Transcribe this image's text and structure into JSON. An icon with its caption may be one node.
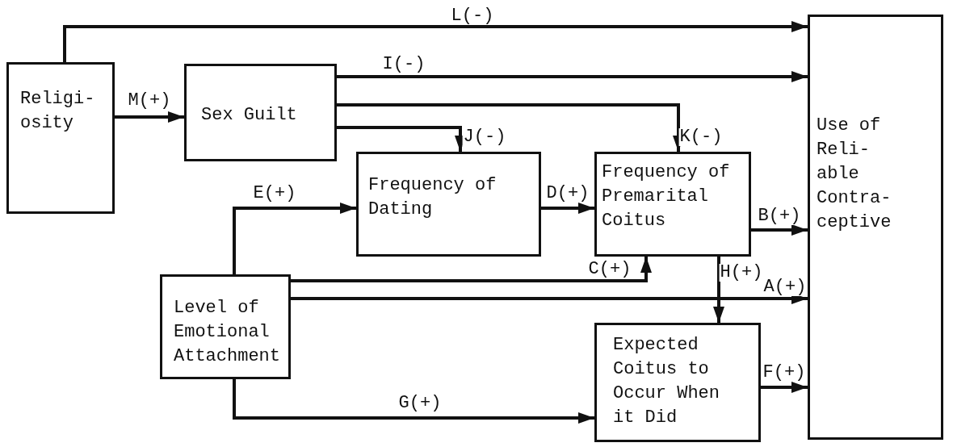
{
  "diagram": {
    "nodes": [
      {
        "text": [
          "Religi- osity"
        ]
      },
      {
        "text": [
          "Sex Guilt"
        ]
      },
      {
        "text": [
          "Frequency of Dating"
        ]
      },
      {
        "text": [
          "Frequency of Premarital Coitus"
        ]
      },
      {
        "text": [
          "Level of Emotional Attachment"
        ]
      },
      {
        "text": [
          "Expected Coitus to Occur When it Did"
        ]
      },
      {
        "text": [
          "Use of Reli- able Contra- ceptive"
        ]
      }
    ],
    "edges": [
      {
        "from": 0,
        "to": 6,
        "arrow": "to",
        "label": "L(-)"
      },
      {
        "from": 0,
        "to": 1,
        "arrow": "to",
        "label": "M(+)"
      },
      {
        "from": 1,
        "to": 6,
        "arrow": "to",
        "label": "I(-)"
      },
      {
        "from": 1,
        "to": 3,
        "arrow": "to",
        "label": "K(-)"
      },
      {
        "from": 1,
        "to": 2,
        "arrow": "to",
        "label": "J(-)"
      },
      {
        "from": 4,
        "to": 2,
        "arrow": "to",
        "label": "E(+)"
      },
      {
        "from": 2,
        "to": 3,
        "arrow": "to",
        "label": "D(+)"
      },
      {
        "from": 4,
        "to": 3,
        "arrow": "to",
        "label": "C(+)"
      },
      {
        "from": 3,
        "to": 6,
        "arrow": "to",
        "label": "B(+)"
      },
      {
        "from": 3,
        "to": 5,
        "arrow": "to",
        "label": "H(+)"
      },
      {
        "from": 4,
        "to": 6,
        "arrow": "to",
        "label": "A(+)"
      },
      {
        "from": 4,
        "to": 5,
        "arrow": "to",
        "label": "G(+)"
      },
      {
        "from": 5,
        "to": 6,
        "arrow": "to",
        "label": "F(+)"
      }
    ]
  }
}
